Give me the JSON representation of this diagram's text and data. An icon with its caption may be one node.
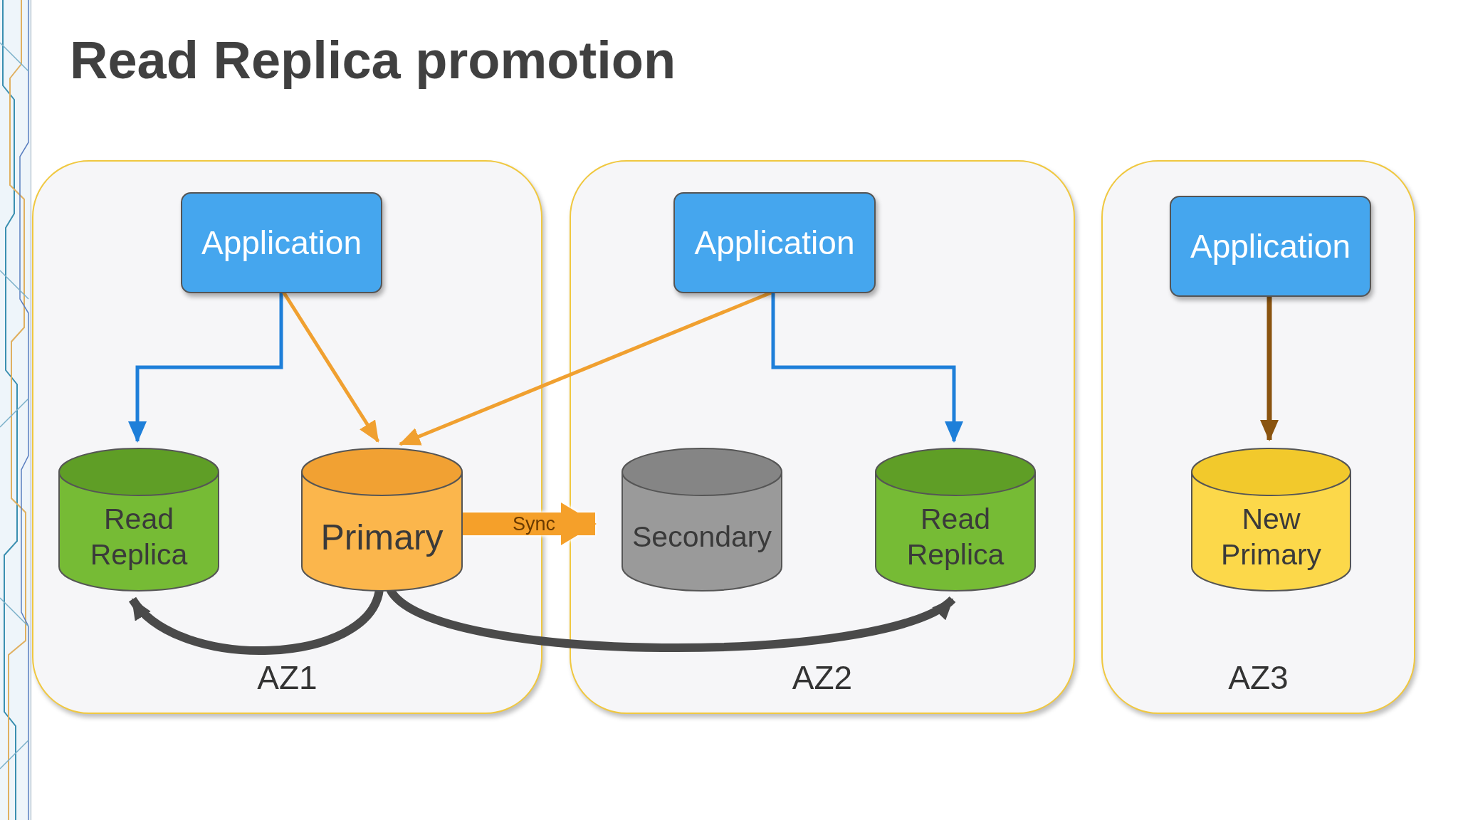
{
  "diagram": {
    "title": "Read Replica promotion",
    "nodes": [
      {
        "text": [
          "AZ1"
        ]
      },
      {
        "text": [
          "Application"
        ],
        "in": 0
      },
      {
        "text": [
          "Read Replica"
        ],
        "in": 0
      },
      {
        "text": [
          "Primary"
        ],
        "in": 0
      },
      {
        "text": [
          "AZ2"
        ]
      },
      {
        "text": [
          "Application"
        ],
        "in": 4
      },
      {
        "text": [
          "Secondary"
        ],
        "in": 4
      },
      {
        "text": [
          "Read Replica"
        ],
        "in": 4
      },
      {
        "text": [
          "AZ3"
        ]
      },
      {
        "text": [
          "Application"
        ],
        "in": 8
      },
      {
        "text": [
          "New Primary"
        ],
        "in": 8
      }
    ],
    "edges": [
      {
        "from": 1,
        "to": 2,
        "arrow": "to",
        "color": "#1e7fd9"
      },
      {
        "from": 1,
        "to": 3,
        "arrow": "to",
        "color": "#f0a030"
      },
      {
        "from": 5,
        "to": 3,
        "arrow": "to",
        "color": "#f0a030"
      },
      {
        "from": 5,
        "to": 7,
        "arrow": "to",
        "color": "#1e7fd9"
      },
      {
        "from": 3,
        "to": 6,
        "arrow": "to",
        "label": "Sync",
        "style": "thick",
        "color": "#f5a02a"
      },
      {
        "from": 3,
        "to": 2,
        "arrow": "to",
        "style": "thick",
        "color": "#4a4a4a"
      },
      {
        "from": 3,
        "to": 7,
        "arrow": "to",
        "style": "thick",
        "color": "#4a4a4a"
      },
      {
        "from": 9,
        "to": 10,
        "arrow": "to",
        "color": "#8a5410"
      }
    ]
  }
}
